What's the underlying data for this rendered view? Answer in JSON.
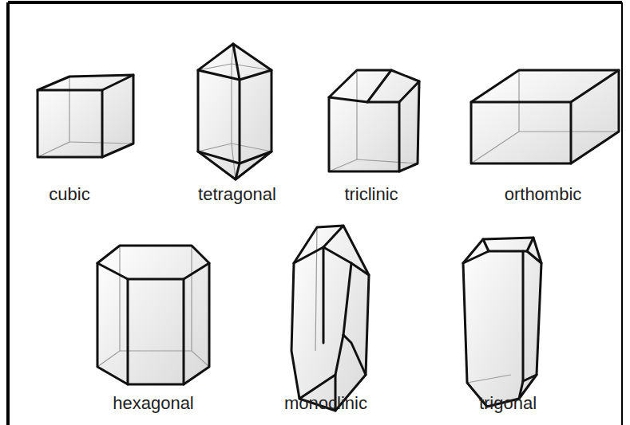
{
  "diagram": {
    "labels": [
      "cubic",
      "tetragonal",
      "triclinic",
      "orthombic",
      "hexagonal",
      "monoclinic",
      "trigonal"
    ]
  }
}
